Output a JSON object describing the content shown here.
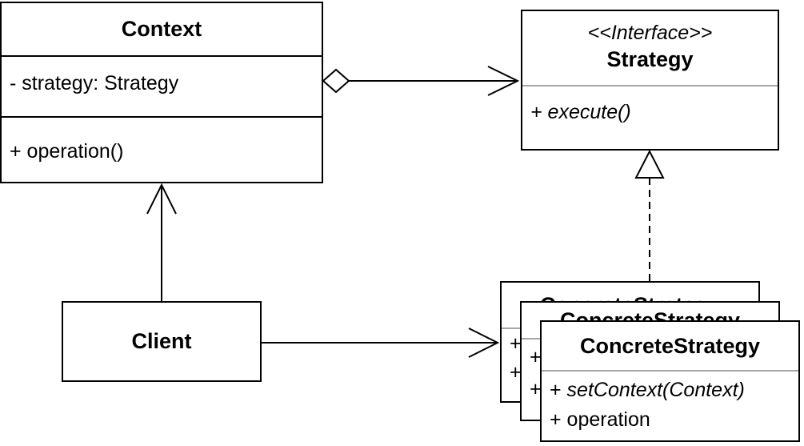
{
  "context": {
    "name": "Context",
    "attribute": "- strategy: Strategy",
    "method": "+ operation()"
  },
  "strategy": {
    "stereotype": "<<Interface>>",
    "name": "Strategy",
    "method": "+ execute()"
  },
  "client": {
    "name": "Client"
  },
  "concrete_strategy": {
    "name": "ConcreteStrategy",
    "method_prefix": "+ ",
    "method_1": "setContext(Context)",
    "method_2": "+ operation",
    "back_method_marker": "+"
  }
}
